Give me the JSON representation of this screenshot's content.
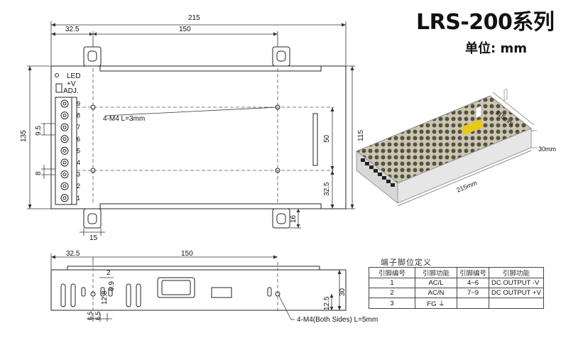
{
  "title": "LRS-200系列",
  "unit": "单位: mm",
  "top_view": {
    "dim_total_width": "215",
    "dim_left_offset": "32.5",
    "dim_hole_span": "150",
    "dim_height": "135",
    "dim_right_height": "115",
    "dim_hole_vspan": "50",
    "dim_bottom_offset": "32.5",
    "dim_tab_width": "15",
    "dim_tab_right": "16",
    "dim_pin_pitch": "9.5",
    "dim_pin_width": "8",
    "mount_note": "4-M4 L=3mm",
    "led_label": "LED",
    "adj_plus_label": "+V",
    "adj_label": "ADJ.",
    "terminal_numbers": [
      "9",
      "8",
      "7",
      "6",
      "5",
      "4",
      "3",
      "2",
      "1"
    ]
  },
  "side_view": {
    "dim_left_offset": "32.5",
    "dim_hole_span": "150",
    "dim_height": "30",
    "dim_bottom": "12.5",
    "dim_small_2": "2",
    "dim_6_9": "6.9",
    "dim_12_8": "12.8",
    "dim_6_5a": "6.5",
    "dim_6_5b": "6.5",
    "mount_note": "4-M4(Both Sides) L=5mm"
  },
  "photo": {
    "dim_depth": "115mm",
    "dim_height": "30mm",
    "dim_width": "215mm"
  },
  "pin_table": {
    "caption": "端子脚位定义",
    "headers": [
      "引脚编号",
      "引脚功能",
      "引脚编号",
      "引脚功能"
    ],
    "rows": [
      [
        "1",
        "AC/L",
        "4~6",
        "DC OUTPUT -V"
      ],
      [
        "2",
        "AC/N",
        "7~9",
        "DC OUTPUT +V"
      ],
      [
        "3",
        "FG ⏚",
        "",
        ""
      ]
    ]
  }
}
